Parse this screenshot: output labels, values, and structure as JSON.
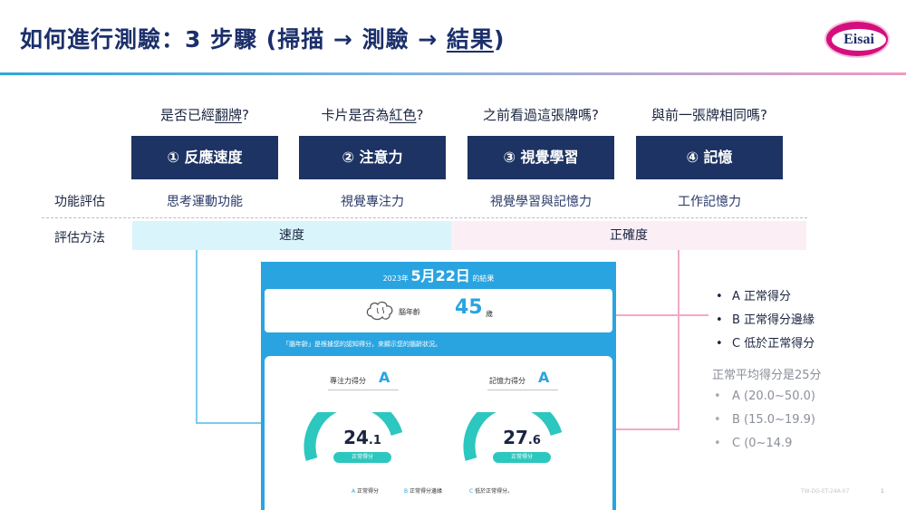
{
  "header": {
    "title_prefix": "如何進行測驗：3 步驟 (掃描 → 測驗 → ",
    "title_underlined": "結果",
    "title_suffix": ")",
    "logo_text": "Eisai"
  },
  "questions": [
    {
      "pre": "是否已經",
      "u": "翻牌",
      "post": "?"
    },
    {
      "pre": "卡片是否為",
      "u": "紅色",
      "post": "?"
    },
    {
      "pre": "之前看過這張牌嗎?",
      "u": "",
      "post": ""
    },
    {
      "pre": "與前一張牌相同嗎?",
      "u": "",
      "post": ""
    }
  ],
  "steps": [
    "① 反應速度",
    "② 注意力",
    "③ 視覺學習",
    "④ 記憶"
  ],
  "functions": {
    "label": "功能評估",
    "items": [
      "思考運動功能",
      "視覺專注力",
      "視覺學習與記憶力",
      "工作記憶力"
    ]
  },
  "methods": {
    "label": "評估方法",
    "speed": "速度",
    "accuracy": "正確度"
  },
  "phone": {
    "year_text": "2023年",
    "date_text": "5月22日",
    "result_suffix": "的結果",
    "brain_age_label": "腦年齡",
    "brain_age_value": "45",
    "brain_age_unit": "歲",
    "note": "「腦年齡」是根據您的認知得分，來顯示您的腦齡狀況。",
    "score_attention_label": "專注力得分",
    "score_attention_grade": "A",
    "score_attention_int": "24",
    "score_attention_dec": ".1",
    "score_memory_label": "記憶力得分",
    "score_memory_grade": "A",
    "score_memory_int": "27",
    "score_memory_dec": ".6",
    "pill_text": "正常得分",
    "legend": [
      {
        "letter": "A",
        "text": "正常得分"
      },
      {
        "letter": "B",
        "text": "正常得分邊緣"
      },
      {
        "letter": "C",
        "text": "低於正常得分。"
      }
    ]
  },
  "grades": [
    "A 正常得分",
    "B 正常得分邊緣",
    "C 低於正常得分"
  ],
  "average": {
    "title": "正常平均得分是25分",
    "ranges": [
      "A (20.0~50.0)",
      "B (15.0~19.9)",
      "C (0~14.9"
    ]
  },
  "footer": {
    "code": "TW-DG-ET-24A-07",
    "page": "1"
  },
  "colors": {
    "navy": "#1d3363",
    "teal": "#2cc7bf",
    "phone_blue": "#2aa4e0",
    "speed_band": "#d9f5fb",
    "accuracy_band": "#fbeef5",
    "arrow_blue": "#7ccbec",
    "arrow_pink": "#f2a9c6"
  }
}
